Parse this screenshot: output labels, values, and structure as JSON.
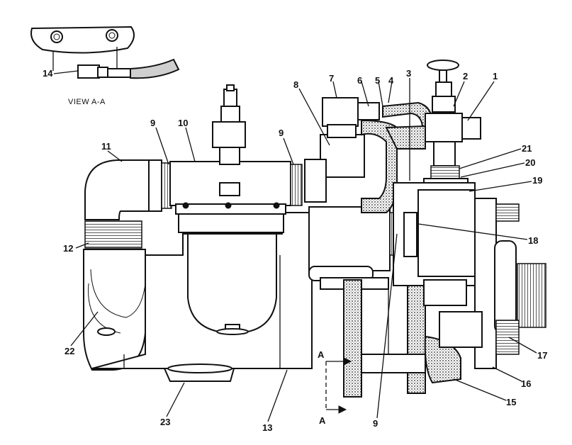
{
  "figure": {
    "view_title": "VIEW  A-A",
    "section_marks": [
      "A",
      "A"
    ],
    "callouts": [
      "1",
      "2",
      "3",
      "4",
      "5",
      "6",
      "7",
      "8",
      "9",
      "10",
      "9",
      "11",
      "12",
      "22",
      "14",
      "23",
      "13",
      "9",
      "15",
      "16",
      "17",
      "18",
      "19",
      "20",
      "21"
    ],
    "colors": {
      "line": "#111111",
      "background": "#ffffff",
      "hose_fill": "#cfcfcf"
    }
  }
}
